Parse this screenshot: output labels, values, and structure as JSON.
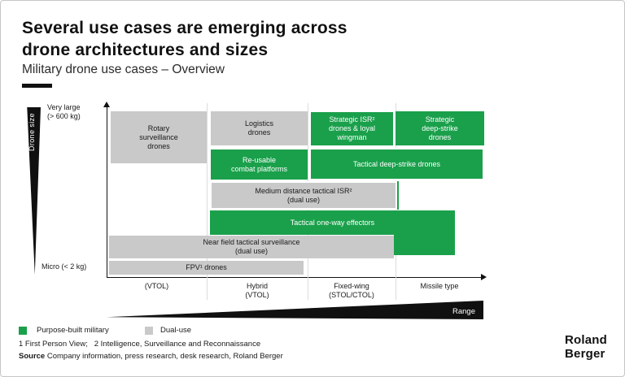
{
  "header": {
    "title": "Several use cases are emerging across\ndrone architectures and sizes",
    "subtitle": "Military drone use cases – Overview"
  },
  "chart_data": {
    "type": "positioning-matrix",
    "title": "Military drone use cases – Overview",
    "x_axis": {
      "label": "Range",
      "categories": [
        "(VTOL)",
        "Hybrid\n(VTOL)",
        "Fixed-wing\n(STOL/CTOL)",
        "Missile type"
      ]
    },
    "y_axis": {
      "label": "Drone size",
      "max_label": "Very large\n(> 600 kg)",
      "min_label": "Micro (< 2 kg)"
    },
    "legend": [
      {
        "label": "Purpose-built military",
        "color": "#1AA04B"
      },
      {
        "label": "Dual-use",
        "color": "#C9C9C9"
      }
    ],
    "boxes": [
      {
        "label": "Rotary\nsurveillance\ndrones",
        "category": "dual-use",
        "row": 1,
        "columns": [
          "(VTOL)"
        ]
      },
      {
        "label": "Logistics\ndrones",
        "category": "dual-use",
        "row": 1,
        "columns": [
          "Hybrid (VTOL)"
        ]
      },
      {
        "label": "Strategic ISR²\ndrones & loyal\nwingman",
        "category": "purpose-built military",
        "row": 1,
        "columns": [
          "Fixed-wing (STOL/CTOL)"
        ]
      },
      {
        "label": "Strategic\ndeep-strike\ndrones",
        "category": "purpose-built military",
        "row": 1,
        "columns": [
          "Missile type"
        ]
      },
      {
        "label": "Re-usable\ncombat platforms",
        "category": "purpose-built military",
        "row": 2,
        "columns": [
          "Hybrid (VTOL)"
        ]
      },
      {
        "label": "Tactical deep-strike drones",
        "category": "purpose-built military",
        "row": 2,
        "columns": [
          "Fixed-wing (STOL/CTOL)",
          "Missile type"
        ]
      },
      {
        "label": "Medium distance tactical ISR²\n(dual use)",
        "category": "dual-use",
        "row": 3,
        "columns": [
          "Hybrid (VTOL)",
          "Fixed-wing (STOL/CTOL)"
        ]
      },
      {
        "label": "Tactical one-way effectors",
        "category": "purpose-built military",
        "row": 4,
        "columns": [
          "Hybrid (VTOL)",
          "Fixed-wing (STOL/CTOL)",
          "Missile type"
        ]
      },
      {
        "label": "Near field tactical surveillance\n(dual use)",
        "category": "dual-use",
        "row": 5,
        "columns": [
          "(VTOL)",
          "Hybrid (VTOL)",
          "Fixed-wing (STOL/CTOL)"
        ]
      },
      {
        "label": "FPV¹ drones",
        "category": "dual-use",
        "row": 6,
        "columns": [
          "(VTOL)",
          "Hybrid (VTOL)"
        ]
      }
    ]
  },
  "footer": {
    "footnote": "1 First Person View;   2 Intelligence, Surveillance and Reconnaissance",
    "source_label": "Source",
    "source_text": " Company information, press research, desk research, Roland Berger",
    "logo": "Roland\nBerger"
  }
}
